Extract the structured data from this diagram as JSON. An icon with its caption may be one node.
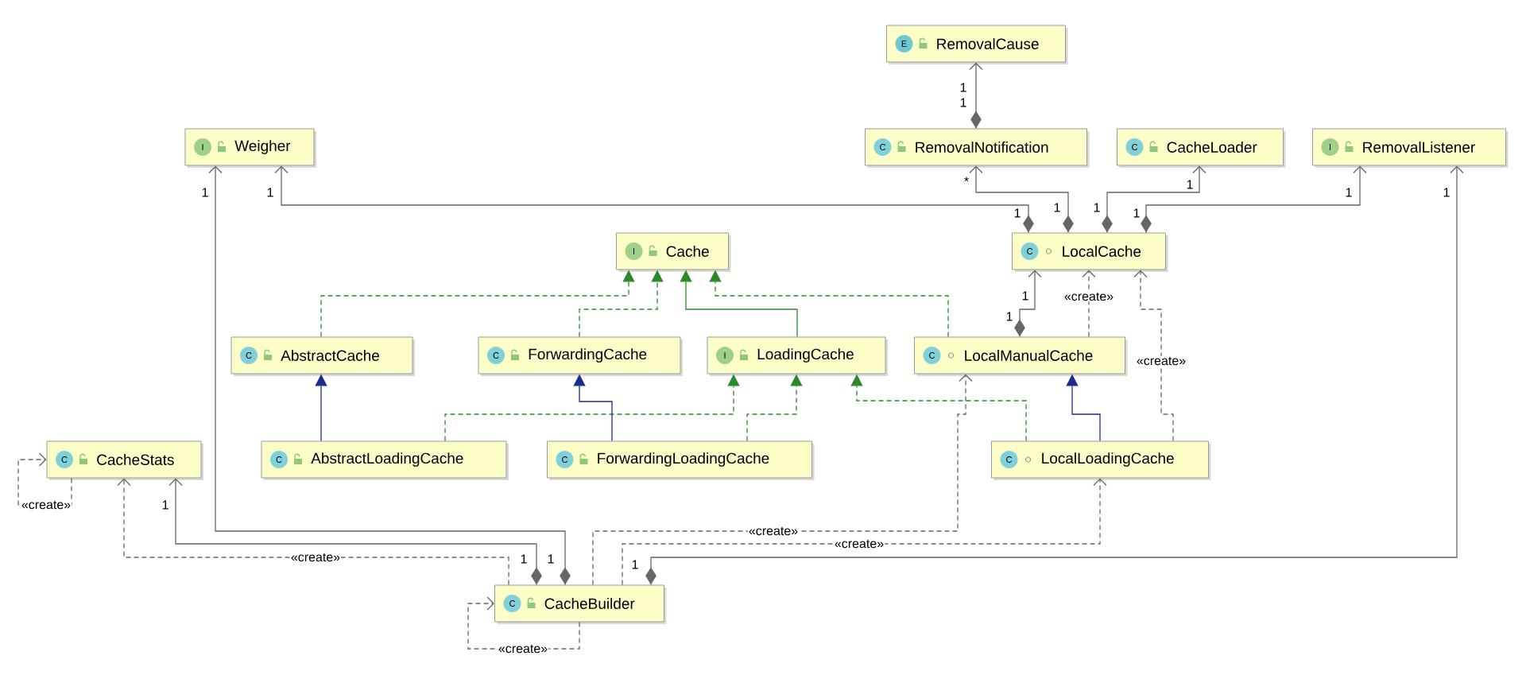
{
  "diagram": {
    "nodes": [
      {
        "text": [
          "E",
          "RemovalCause"
        ]
      },
      {
        "text": [
          "I",
          "Weigher"
        ]
      },
      {
        "text": [
          "C",
          "RemovalNotification"
        ]
      },
      {
        "text": [
          "C",
          "CacheLoader"
        ]
      },
      {
        "text": [
          "I",
          "RemovalListener"
        ]
      },
      {
        "text": [
          "C",
          "LocalCache"
        ]
      },
      {
        "text": [
          "I",
          "Cache"
        ]
      },
      {
        "text": [
          "C",
          "AbstractCache"
        ]
      },
      {
        "text": [
          "C",
          "ForwardingCache"
        ]
      },
      {
        "text": [
          "I",
          "LoadingCache"
        ]
      },
      {
        "text": [
          "C",
          "LocalManualCache"
        ]
      },
      {
        "text": [
          "C",
          "CacheStats"
        ]
      },
      {
        "text": [
          "C",
          "AbstractLoadingCache"
        ]
      },
      {
        "text": [
          "C",
          "ForwardingLoadingCache"
        ]
      },
      {
        "text": [
          "C",
          "LocalLoadingCache"
        ]
      },
      {
        "text": [
          "C",
          "CacheBuilder"
        ]
      }
    ],
    "edges": [
      {
        "from": 2,
        "to": 0,
        "arrow": "to",
        "label": "1"
      },
      {
        "from": 5,
        "to": 1,
        "arrow": "to",
        "label": "1"
      },
      {
        "from": 5,
        "to": 2,
        "arrow": "to",
        "label": "*"
      },
      {
        "from": 5,
        "to": 3,
        "arrow": "to",
        "label": "1"
      },
      {
        "from": 5,
        "to": 4,
        "arrow": "to",
        "label": "1"
      },
      {
        "from": 10,
        "to": 5,
        "arrow": "to",
        "label": "1"
      },
      {
        "from": 10,
        "to": 5,
        "arrow": "to",
        "label": "«create»",
        "style": "dashed"
      },
      {
        "from": 14,
        "to": 5,
        "arrow": "to",
        "label": "«create»",
        "style": "dashed"
      },
      {
        "from": 7,
        "to": 6,
        "arrow": "to",
        "style": "dashed",
        "color": "#2a8a2a"
      },
      {
        "from": 8,
        "to": 6,
        "arrow": "to",
        "style": "dashed",
        "color": "#2a8a2a"
      },
      {
        "from": 9,
        "to": 6,
        "arrow": "to",
        "color": "#2a8a2a"
      },
      {
        "from": 10,
        "to": 6,
        "arrow": "to",
        "style": "dashed",
        "color": "#2a8a2a"
      },
      {
        "from": 12,
        "to": 9,
        "arrow": "to",
        "style": "dashed",
        "color": "#2a8a2a"
      },
      {
        "from": 13,
        "to": 9,
        "arrow": "to",
        "style": "dashed",
        "color": "#2a8a2a"
      },
      {
        "from": 14,
        "to": 9,
        "arrow": "to",
        "style": "dashed",
        "color": "#2a8a2a"
      },
      {
        "from": 12,
        "to": 7,
        "arrow": "to",
        "color": "#1c2c8c"
      },
      {
        "from": 13,
        "to": 8,
        "arrow": "to",
        "color": "#1c2c8c"
      },
      {
        "from": 14,
        "to": 10,
        "arrow": "to",
        "color": "#1c2c8c"
      },
      {
        "from": 15,
        "to": 1,
        "arrow": "to",
        "label": "1"
      },
      {
        "from": 15,
        "to": 11,
        "arrow": "to",
        "label": "1"
      },
      {
        "from": 15,
        "to": 11,
        "arrow": "to",
        "label": "«create»",
        "style": "dashed"
      },
      {
        "from": 15,
        "to": 10,
        "arrow": "to",
        "label": "«create»",
        "style": "dashed"
      },
      {
        "from": 15,
        "to": 14,
        "arrow": "to",
        "label": "«create»",
        "style": "dashed"
      },
      {
        "from": 15,
        "to": 4,
        "arrow": "to",
        "label": "1"
      },
      {
        "from": 15,
        "to": 15,
        "arrow": "to",
        "label": "«create»",
        "style": "dashed"
      },
      {
        "from": 11,
        "to": 11,
        "arrow": "to",
        "label": "«create»",
        "style": "dashed"
      }
    ],
    "labels": [
      "1",
      "1",
      "1",
      "1",
      "1",
      "1",
      "1",
      "1",
      "1"
    ]
  }
}
